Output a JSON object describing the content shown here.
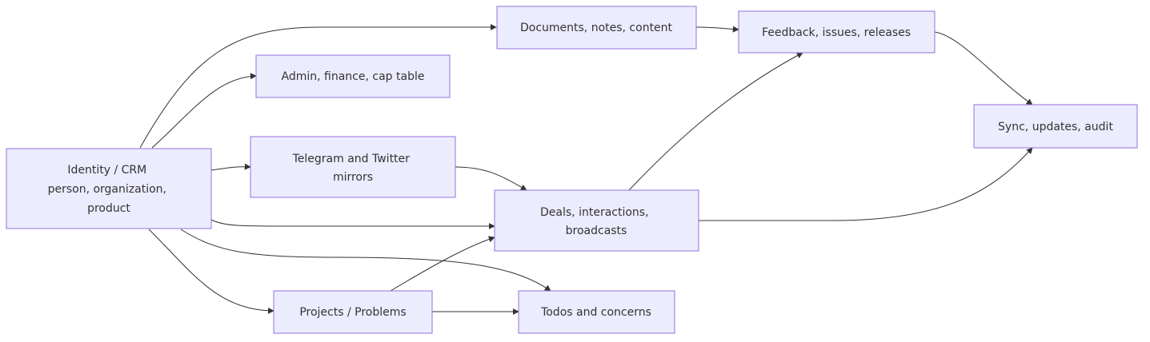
{
  "diagram": {
    "type": "flowchart",
    "direction": "left-to-right",
    "colors": {
      "node_fill": "#ececff",
      "node_border": "#9370db",
      "edge": "#333333",
      "text": "#333333"
    },
    "nodes": {
      "identity": {
        "lines": [
          "Identity / CRM",
          "person, organization,",
          "product"
        ]
      },
      "admin": {
        "lines": [
          "Admin, finance, cap table"
        ]
      },
      "documents": {
        "lines": [
          "Documents, notes, content"
        ]
      },
      "mirrors": {
        "lines": [
          "Telegram and Twitter",
          "mirrors"
        ]
      },
      "deals": {
        "lines": [
          "Deals, interactions,",
          "broadcasts"
        ]
      },
      "projects": {
        "lines": [
          "Projects / Problems"
        ]
      },
      "todos": {
        "lines": [
          "Todos and concerns"
        ]
      },
      "feedback": {
        "lines": [
          "Feedback, issues, releases"
        ]
      },
      "sync": {
        "lines": [
          "Sync, updates, audit"
        ]
      }
    },
    "edges": [
      {
        "from": "identity",
        "to": "documents"
      },
      {
        "from": "identity",
        "to": "admin"
      },
      {
        "from": "identity",
        "to": "mirrors"
      },
      {
        "from": "identity",
        "to": "deals"
      },
      {
        "from": "identity",
        "to": "todos"
      },
      {
        "from": "identity",
        "to": "projects"
      },
      {
        "from": "mirrors",
        "to": "deals"
      },
      {
        "from": "projects",
        "to": "deals"
      },
      {
        "from": "projects",
        "to": "todos"
      },
      {
        "from": "documents",
        "to": "feedback"
      },
      {
        "from": "deals",
        "to": "feedback"
      },
      {
        "from": "feedback",
        "to": "sync"
      },
      {
        "from": "deals",
        "to": "sync"
      }
    ]
  }
}
